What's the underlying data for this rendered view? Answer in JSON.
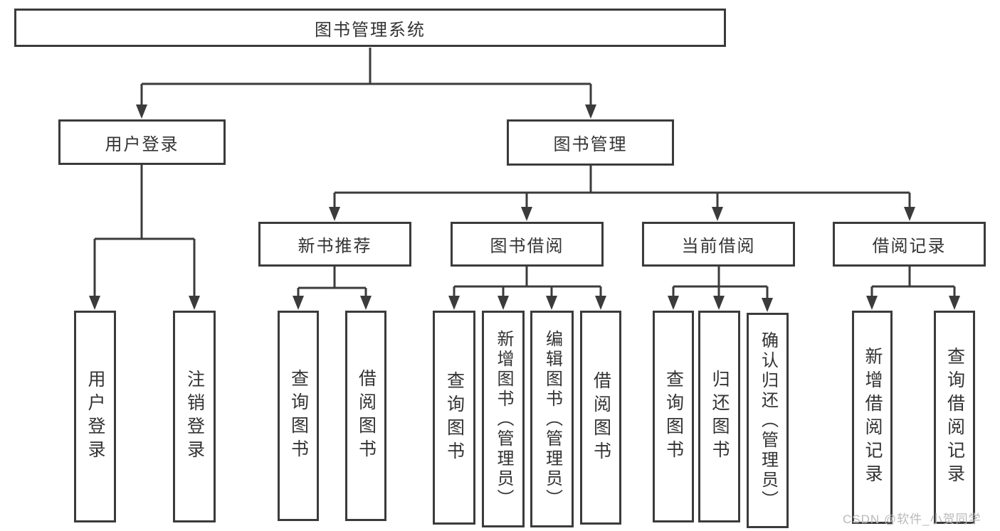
{
  "diagram": {
    "root": {
      "label": "图书管理系统"
    },
    "branches": [
      {
        "label": "用户登录",
        "children": [
          {
            "label": "用户登录"
          },
          {
            "label": "注销登录"
          }
        ]
      },
      {
        "label": "图书管理",
        "sections": [
          {
            "label": "新书推荐",
            "children": [
              {
                "label": "查询图书"
              },
              {
                "label": "借阅图书"
              }
            ]
          },
          {
            "label": "图书借阅",
            "children": [
              {
                "label": "查询图书"
              },
              {
                "label": "新增图书（管理员）"
              },
              {
                "label": "编辑图书（管理员）"
              },
              {
                "label": "借阅图书"
              }
            ]
          },
          {
            "label": "当前借阅",
            "children": [
              {
                "label": "查询图书"
              },
              {
                "label": "归还图书"
              },
              {
                "label": "确认归还（管理员）"
              }
            ]
          },
          {
            "label": "借阅记录",
            "children": [
              {
                "label": "新增借阅记录"
              },
              {
                "label": "查询借阅记录"
              }
            ]
          }
        ]
      }
    ]
  },
  "watermark": {
    "text": "CSDN @软件_小贺同学"
  },
  "colors": {
    "line": "#3b3b3b",
    "text": "#333333",
    "watermark": "#b9b9b9",
    "background": "#ffffff"
  }
}
